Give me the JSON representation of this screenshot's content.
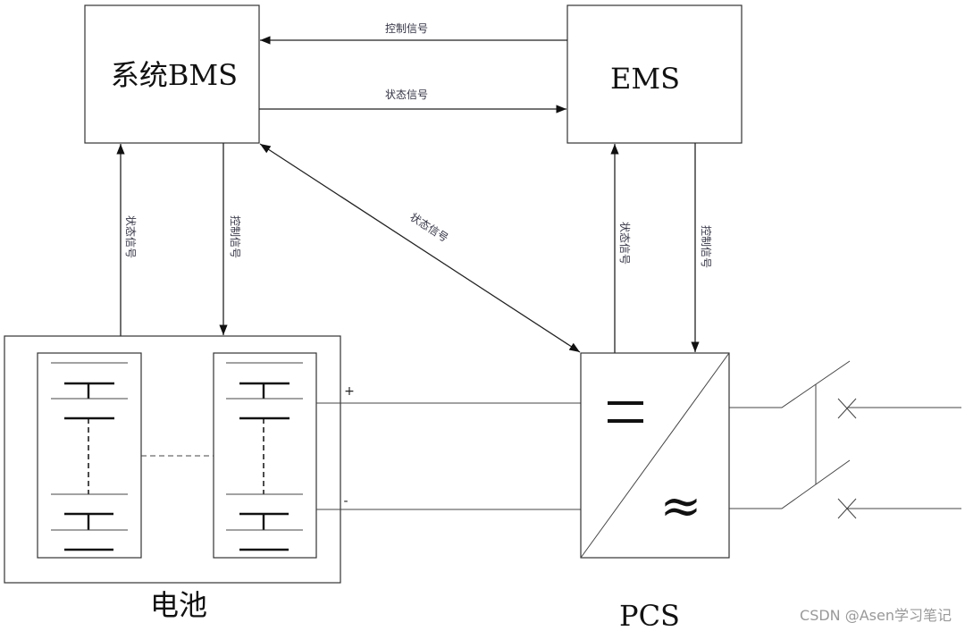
{
  "nodes": {
    "bms": "系统BMS",
    "ems": "EMS",
    "battery": "电池",
    "pcs": "PCS"
  },
  "signals": {
    "ems_to_bms": "控制信号",
    "bms_to_ems": "状态信号",
    "battery_to_bms": "状态信号",
    "bms_to_battery": "控制信号",
    "bms_pcs": "状态信号",
    "pcs_to_ems": "状态信号",
    "ems_to_pcs": "控制信号"
  },
  "terminals": {
    "positive": "+",
    "negative": "-"
  },
  "pcs_symbols": {
    "dc": "=",
    "ac": "≈"
  },
  "watermark": "CSDN @Asen学习笔记"
}
